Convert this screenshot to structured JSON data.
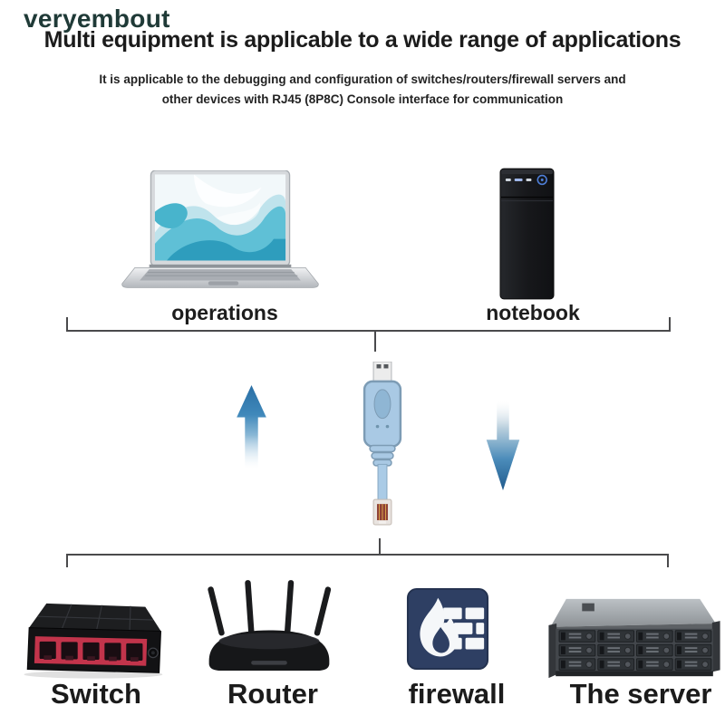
{
  "watermark": "veryembout",
  "header": {
    "title": "Multi equipment is applicable to a wide range of applications",
    "subtitle_line1": "It is applicable to the debugging and configuration of switches/routers/firewall servers and",
    "subtitle_line2": "other devices with RJ45 (8P8C) Console interface for communication"
  },
  "top_devices": [
    {
      "id": "laptop",
      "label": "operations"
    },
    {
      "id": "desktop-tower",
      "label": "notebook"
    }
  ],
  "bottom_devices": [
    {
      "id": "network-switch",
      "label": "Switch"
    },
    {
      "id": "wifi-router",
      "label": "Router"
    },
    {
      "id": "firewall",
      "label": "firewall"
    },
    {
      "id": "rack-server",
      "label": "The server"
    }
  ],
  "icons": {
    "connector": "usb-a-to-rj45-console-cable",
    "left_arrow": "arrow-up",
    "right_arrow": "arrow-down"
  },
  "colors": {
    "arrow_blue": "#2f7cab",
    "cable_blue": "#a9c9e4",
    "firewall_navy": "#2e3f63",
    "switch_port_red": "#c2344b",
    "bracket_line_gray": "#4a4a4c",
    "watermark_teal": "#1f3a37",
    "text_dark": "#1b1b1b"
  }
}
